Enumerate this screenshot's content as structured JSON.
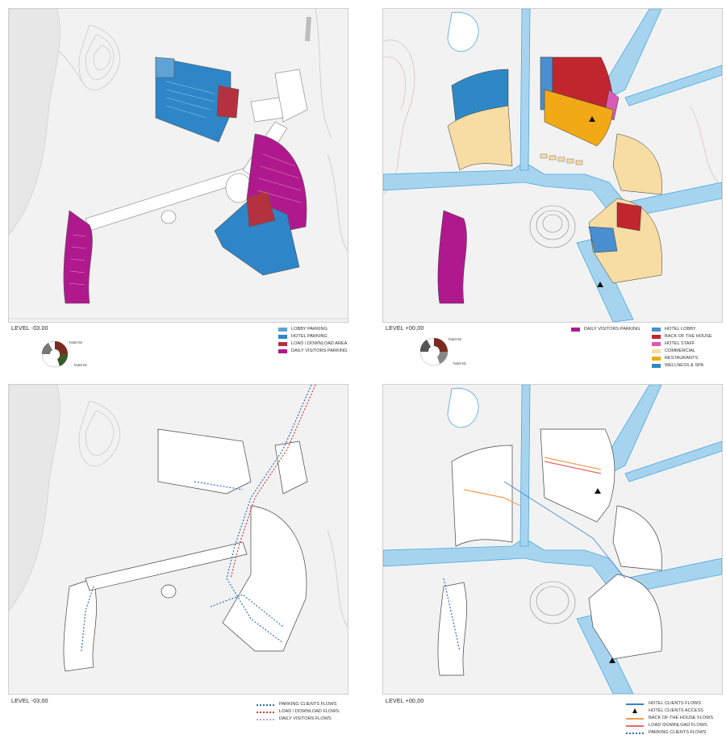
{
  "colors": {
    "lobby_parking": "#5fa3d6",
    "hotel_parking": "#2e86c8",
    "load_area": "#b6313f",
    "daily_visitors": "#b0198e",
    "hotel_lobby": "#4a8fd0",
    "back_of_house": "#c1262f",
    "hotel_staff": "#d65cb4",
    "commercial": "#f7dca3",
    "restaurants": "#f2a916",
    "wellness": "#2f88c6",
    "water": "#a6d4ef",
    "ground": "#f2f2f2"
  },
  "panels": [
    {
      "level": "LEVEL -03.00",
      "inset_labels": [
        "hotel 02",
        "hotel 01"
      ],
      "legend": [
        {
          "label": "LOBBY PARKING",
          "color": "#5fa3d6",
          "style": "swatch"
        },
        {
          "label": "HOTEL PARKING",
          "color": "#2e86c8",
          "style": "swatch"
        },
        {
          "label": "LOAD / DOWNLOAD AREA",
          "color": "#b6313f",
          "style": "swatch"
        },
        {
          "label": "DAILY VISITORS PARKING",
          "color": "#b0198e",
          "style": "swatch"
        }
      ]
    },
    {
      "level": "LEVEL +00,00",
      "inset_labels": [
        "hotel 02",
        "hotel 01"
      ],
      "legend_left": [
        {
          "label": "DAILY VISITORS PARKING",
          "color": "#b0198e",
          "style": "swatch"
        }
      ],
      "legend": [
        {
          "label": "HOTEL LOBBY",
          "color": "#4a8fd0",
          "style": "swatch"
        },
        {
          "label": "BACK OF THE HOUSE",
          "color": "#c1262f",
          "style": "swatch"
        },
        {
          "label": "HOTEL STAFF",
          "color": "#d65cb4",
          "style": "swatch"
        },
        {
          "label": "COMMERCIAL",
          "color": "#f7dca3",
          "style": "swatch"
        },
        {
          "label": "RESTAURANTS",
          "color": "#f2a916",
          "style": "swatch"
        },
        {
          "label": "WELLNESS & SPA",
          "color": "#2f88c6",
          "style": "swatch"
        }
      ]
    },
    {
      "level": "LEVEL -03,00",
      "legend": [
        {
          "label": "PARKING CLIENTS FLOWS",
          "color": "#2e6fc4",
          "style": "dotted"
        },
        {
          "label": "LOAD / DOWNLOAD FLOWS",
          "color": "#d93a3a",
          "style": "dotted"
        },
        {
          "label": "DAILY VISITORS FLOWS",
          "color": "#c9a0c9",
          "style": "dotted"
        }
      ]
    },
    {
      "level": "LEVEL +00,00",
      "legend": [
        {
          "label": "HOTEL CLIENTS FLOWS",
          "color": "#3b7fd0",
          "style": "solid"
        },
        {
          "label": "HOTEL CLIENTS ACCESS",
          "color": "#111111",
          "style": "triangle"
        },
        {
          "label": "BACK OF THE HOUSE FLOWS",
          "color": "#f0a050",
          "style": "solid"
        },
        {
          "label": "LOAD /DOWNLOAD FLOWS",
          "color": "#e06a6a",
          "style": "solid"
        },
        {
          "label": "PARKING CLIENTS FLOWS",
          "color": "#2e6fc4",
          "style": "dotted"
        }
      ]
    }
  ]
}
